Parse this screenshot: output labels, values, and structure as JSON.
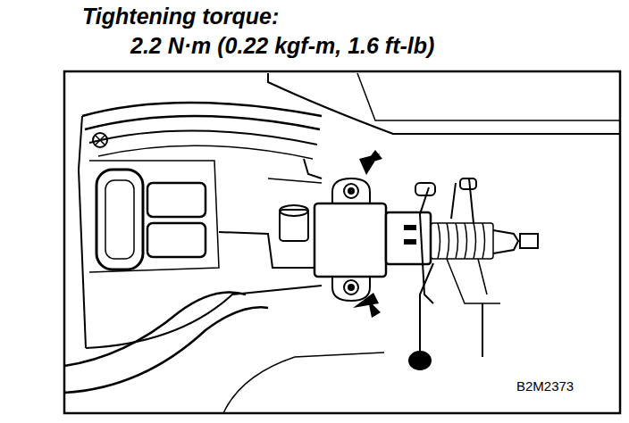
{
  "diagram": {
    "title": "Tightening torque:",
    "labels": [
      "2.2 N·m (0.22 kgf-m, 1.6 ft-lb)",
      "B2M2373"
    ]
  }
}
